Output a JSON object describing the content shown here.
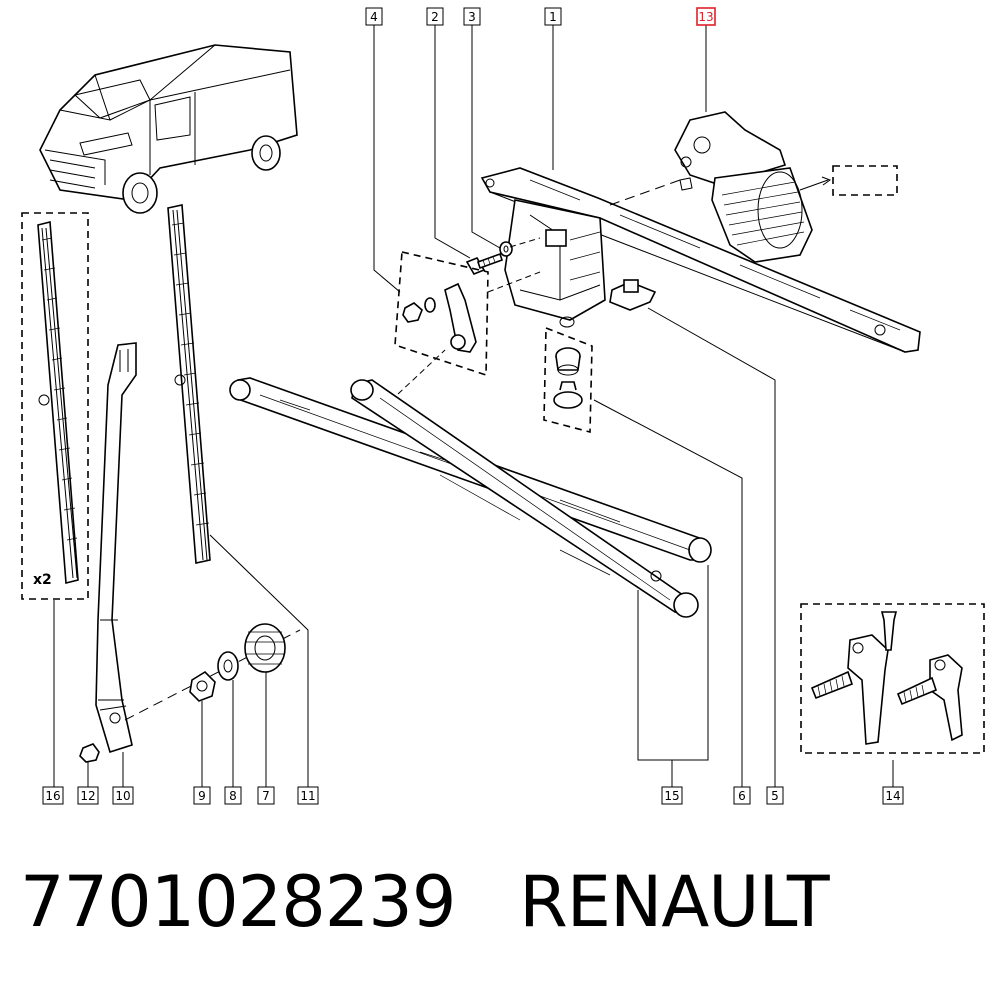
{
  "callouts": [
    {
      "id": "4",
      "highlight": false
    },
    {
      "id": "2",
      "highlight": false
    },
    {
      "id": "3",
      "highlight": false
    },
    {
      "id": "1",
      "highlight": false
    },
    {
      "id": "13",
      "highlight": true
    },
    {
      "id": "16",
      "highlight": false
    },
    {
      "id": "12",
      "highlight": false
    },
    {
      "id": "10",
      "highlight": false
    },
    {
      "id": "9",
      "highlight": false
    },
    {
      "id": "8",
      "highlight": false
    },
    {
      "id": "7",
      "highlight": false
    },
    {
      "id": "11",
      "highlight": false
    },
    {
      "id": "15",
      "highlight": false
    },
    {
      "id": "6",
      "highlight": false
    },
    {
      "id": "5",
      "highlight": false
    },
    {
      "id": "14",
      "highlight": false
    }
  ],
  "quantity_label": "x2",
  "footer": {
    "part_number": "7701028239",
    "brand": "RENAULT"
  },
  "colors": {
    "highlight": "#e0202a",
    "ink": "#000000",
    "background": "#ffffff"
  }
}
